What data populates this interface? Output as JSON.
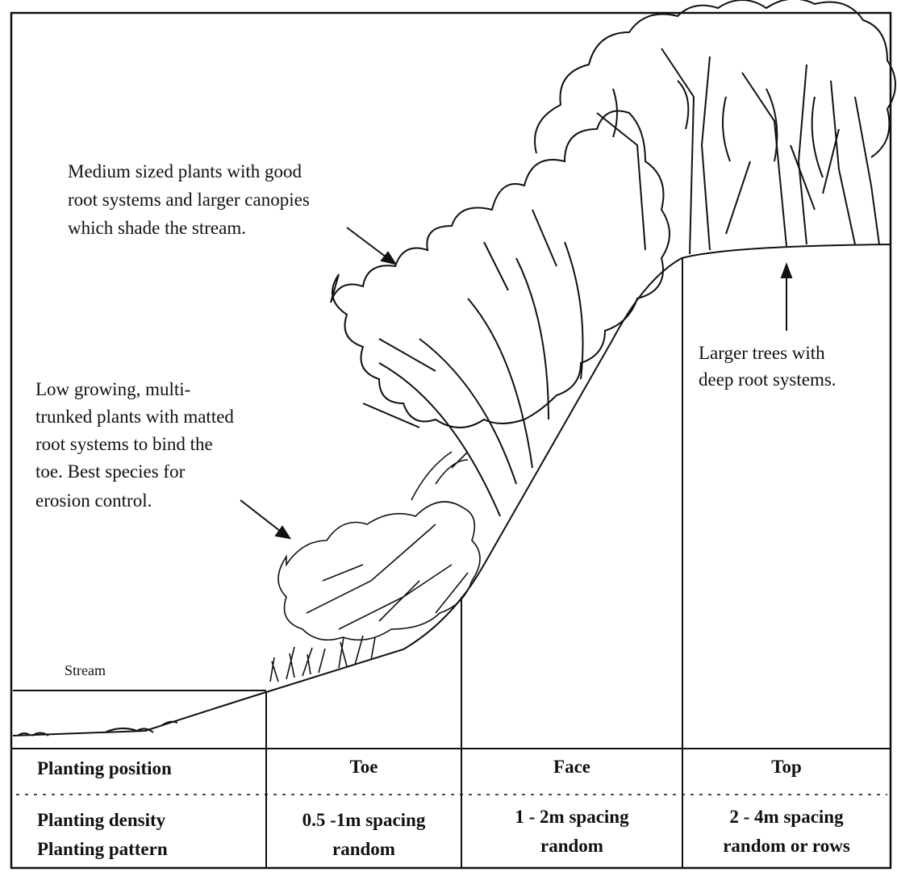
{
  "annotations": {
    "medium_plants": [
      "Medium sized plants with good",
      "root systems and larger canopies",
      "which shade the stream."
    ],
    "low_plants": [
      "Low growing, multi-",
      "trunked plants with matted",
      "root systems to bind the",
      "toe.  Best species for",
      "erosion control."
    ],
    "larger_trees": [
      "Larger trees with",
      "deep root systems."
    ],
    "stream_label": "Stream"
  },
  "table": {
    "row_headers": {
      "position": "Planting position",
      "density": "Planting density",
      "pattern": "Planting pattern"
    },
    "columns": [
      {
        "position": "Toe",
        "density": "0.5 -1m spacing",
        "pattern": "random"
      },
      {
        "position": "Face",
        "density": "1 - 2m spacing",
        "pattern": "random"
      },
      {
        "position": "Top",
        "density": "2 - 4m spacing",
        "pattern": "random or rows"
      }
    ]
  },
  "colors": {
    "ink": "#111111",
    "paper": "#ffffff"
  }
}
